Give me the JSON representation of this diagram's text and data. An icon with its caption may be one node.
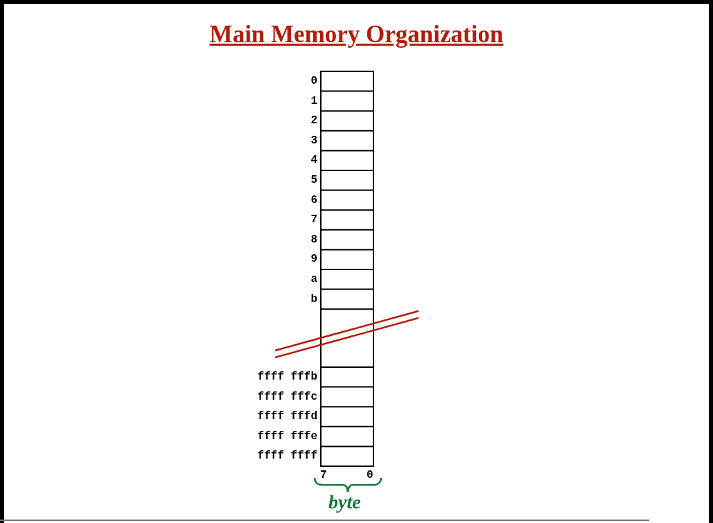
{
  "diagram": {
    "title": "Main Memory Organization",
    "labels": [
      "0",
      "1",
      "2",
      "3",
      "4",
      "5",
      "6",
      "7",
      "8",
      "9",
      "a",
      "b",
      "ffff fffb",
      "ffff fffc",
      "ffff fffd",
      "ffff fffe",
      "ffff ffff",
      "7",
      "0",
      "byte"
    ]
  }
}
